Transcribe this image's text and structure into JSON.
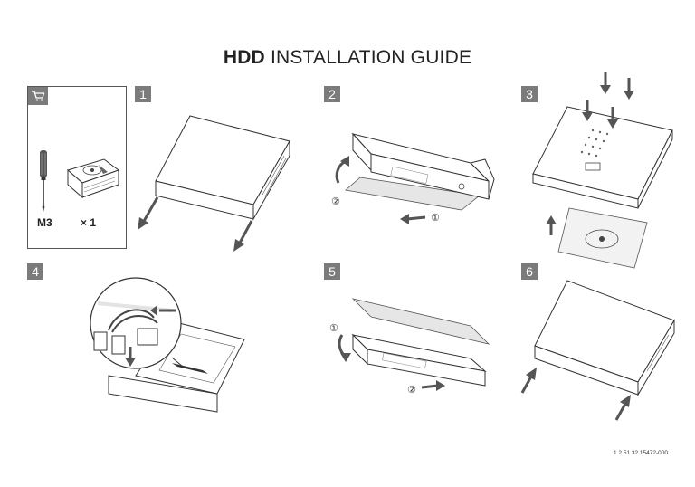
{
  "title": {
    "bold": "HDD",
    "rest": " INSTALLATION GUIDE"
  },
  "parts": {
    "screwdriver_label": "M3",
    "hdd_label": "× 1"
  },
  "steps": [
    {
      "number": "1"
    },
    {
      "number": "2",
      "annotations": [
        "②",
        "①"
      ]
    },
    {
      "number": "3"
    },
    {
      "number": "4"
    },
    {
      "number": "5",
      "annotations": [
        "①",
        "②"
      ]
    },
    {
      "number": "6"
    }
  ],
  "document_code": "1.2.51.32.15472-000",
  "colors": {
    "badge": "#7b7b7b",
    "line": "#333333",
    "arrow": "#555555"
  },
  "icons": [
    "cart-icon",
    "screwdriver-icon",
    "hard-drive-icon"
  ]
}
